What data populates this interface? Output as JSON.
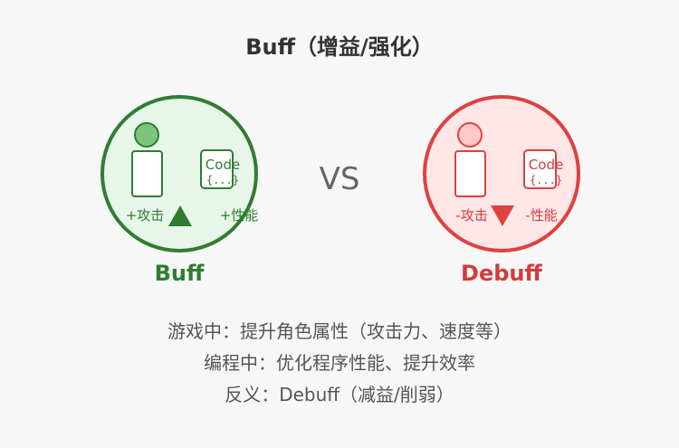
{
  "title": "Buff（增益/强化）",
  "vs": "VS",
  "buff": {
    "label": "Buff",
    "attack": "+攻击",
    "performance": "+性能",
    "code_line1": "Code",
    "code_line2": "{...}"
  },
  "debuff": {
    "label": "Debuff",
    "attack": "-攻击",
    "performance": "-性能",
    "code_line1": "Code",
    "code_line2": "{...}"
  },
  "descriptions": [
    "游戏中：提升角色属性（攻击力、速度等）",
    "编程中：优化程序性能、提升效率",
    "反义：Debuff（减益/削弱）"
  ],
  "colors": {
    "background": "#f7f7f7",
    "title": "#333333",
    "vs": "#666666",
    "description": "#555555",
    "buff_stroke": "#2f7d32",
    "buff_fill": "#e8f5e9",
    "buff_head": "#7cc67c",
    "buff_text": "#2f7d32",
    "debuff_stroke": "#e04040",
    "debuff_fill": "#ffe7e7",
    "debuff_head": "#ffc9c9",
    "debuff_text": "#d63a3a"
  },
  "icons": {
    "up_arrow": "triangle-up-icon",
    "down_arrow": "triangle-down-icon",
    "code_box": "code-box-icon",
    "person": "person-icon"
  }
}
